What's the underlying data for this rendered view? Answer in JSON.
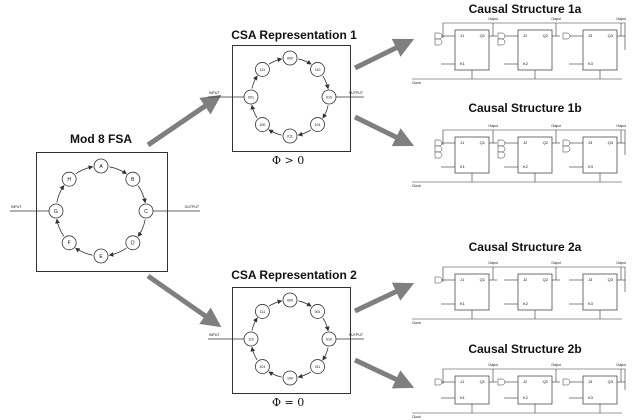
{
  "titles": {
    "fsa": "Mod 8 FSA",
    "csa1": "CSA Representation 1",
    "csa2": "CSA Representation 2",
    "cs1a": "Causal Structure 1a",
    "cs1b": "Causal Structure 1b",
    "cs2a": "Causal Structure 2a",
    "cs2b": "Causal Structure 2b"
  },
  "phi": {
    "csa1": "Φ > 0",
    "csa2": "Φ = 0"
  },
  "io": {
    "input": "INPUT",
    "output": "OUTPUT"
  },
  "fsa_states": [
    "A",
    "B",
    "C",
    "D",
    "E",
    "F",
    "G",
    "H"
  ],
  "csa1_states": [
    "000",
    "110",
    "010",
    "101",
    "011",
    "100",
    "001",
    "111"
  ],
  "csa2_states": [
    "000",
    "001",
    "010",
    "011",
    "100",
    "101",
    "110",
    "111"
  ],
  "circuit": {
    "flipflop_in_top": "J",
    "flipflop_in_bottom": "K",
    "flipflop_out": "Q",
    "clock": "Clock",
    "output": "Output",
    "cs1a_subs": [
      "1",
      "2",
      "3"
    ],
    "cs1b_subs": [
      "1",
      "2",
      "3"
    ],
    "cs2a_subs": [
      "1",
      "2",
      "3"
    ],
    "cs2b_subs": [
      "1",
      "2",
      "3"
    ]
  },
  "colors": {
    "arrow": "#7f7f7f",
    "line": "#333333"
  }
}
